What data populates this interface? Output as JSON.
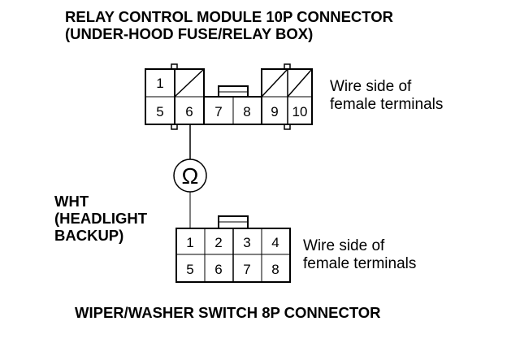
{
  "top_connector": {
    "title_line1": "RELAY CONTROL MODULE 10P CONNECTOR",
    "title_line2": "(UNDER-HOOD FUSE/RELAY BOX)",
    "side_label_line1": "Wire side of",
    "side_label_line2": "female terminals",
    "terminals": [
      "1",
      "5",
      "6",
      "7",
      "8",
      "9",
      "10"
    ],
    "empty_terminals": [
      "2",
      "3",
      "4"
    ]
  },
  "meter": {
    "symbol": "Ω",
    "icon": "ohmmeter-icon"
  },
  "wire": {
    "label_line1": "WHT",
    "label_line2": "(HEADLIGHT",
    "label_line3": "BACKUP)"
  },
  "bottom_connector": {
    "title": "WIPER/WASHER SWITCH 8P CONNECTOR",
    "side_label_line1": "Wire side of",
    "side_label_line2": "female terminals",
    "terminals": [
      "1",
      "2",
      "3",
      "4",
      "5",
      "6",
      "7",
      "8"
    ]
  }
}
